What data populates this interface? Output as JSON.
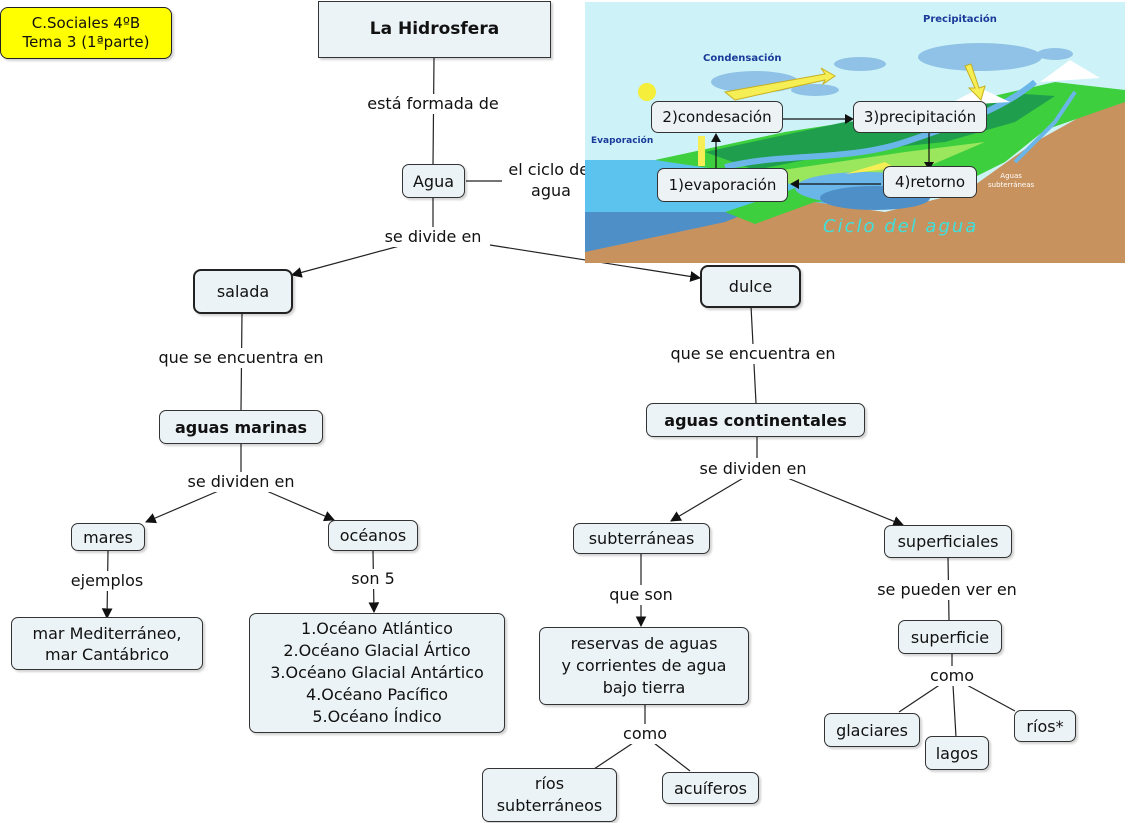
{
  "badge": {
    "line1": "C.Sociales 4ºB",
    "line2": "Tema 3 (1ªparte)",
    "color": "#ffff00"
  },
  "root": {
    "label": "La Hidrosfera"
  },
  "links": {
    "formada": "está formada de",
    "ciclo": "el ciclo del\nagua",
    "divide": "se divide en",
    "sal_encuentra": "que se encuentra en",
    "dul_encuentra": "que se encuentra en",
    "mar_dividen": "se dividen en",
    "cont_dividen": "se dividen en",
    "ejemplos": "ejemplos",
    "son5": "son 5",
    "que_son": "que son",
    "como_sub": "como",
    "pueden_ver": "se pueden ver en",
    "como_sup": "como"
  },
  "concepts": {
    "agua": "Agua",
    "salada": "salada",
    "dulce": "dulce",
    "marinas": "aguas marinas",
    "continentales": "aguas continentales",
    "mares": "mares",
    "oceanos": "océanos",
    "mares_ej": "mar Mediterráneo,\nmar Cantábrico",
    "oceanos_list": "1.Océano Atlántico\n2.Océano Glacial Ártico\n3.Océano Glacial Antártico\n4.Océano Pacífico\n5.Océano Índico",
    "subterraneas": "subterráneas",
    "superficiales": "superficiales",
    "reservas": "reservas de aguas\ny corrientes de agua\nbajo tierra",
    "rios_sub": "ríos\nsubterráneos",
    "acuiferos": "acuíferos",
    "superficie": "superficie",
    "glaciares": "glaciares",
    "lagos": "lagos",
    "rios": "ríos*"
  },
  "water_cycle": {
    "image_labels": {
      "precipitacion": "Precipitación",
      "condensacion": "Condensación",
      "evaporacion": "Evaporación",
      "aguas_sub": "Aguas\nsubterráneas",
      "titulo": "Ciclo del agua"
    },
    "steps": {
      "evaporacion": "1)evaporación",
      "condensacion": "2)condesación",
      "precipitacion": "3)precipitación",
      "retorno": "4)retorno"
    }
  }
}
